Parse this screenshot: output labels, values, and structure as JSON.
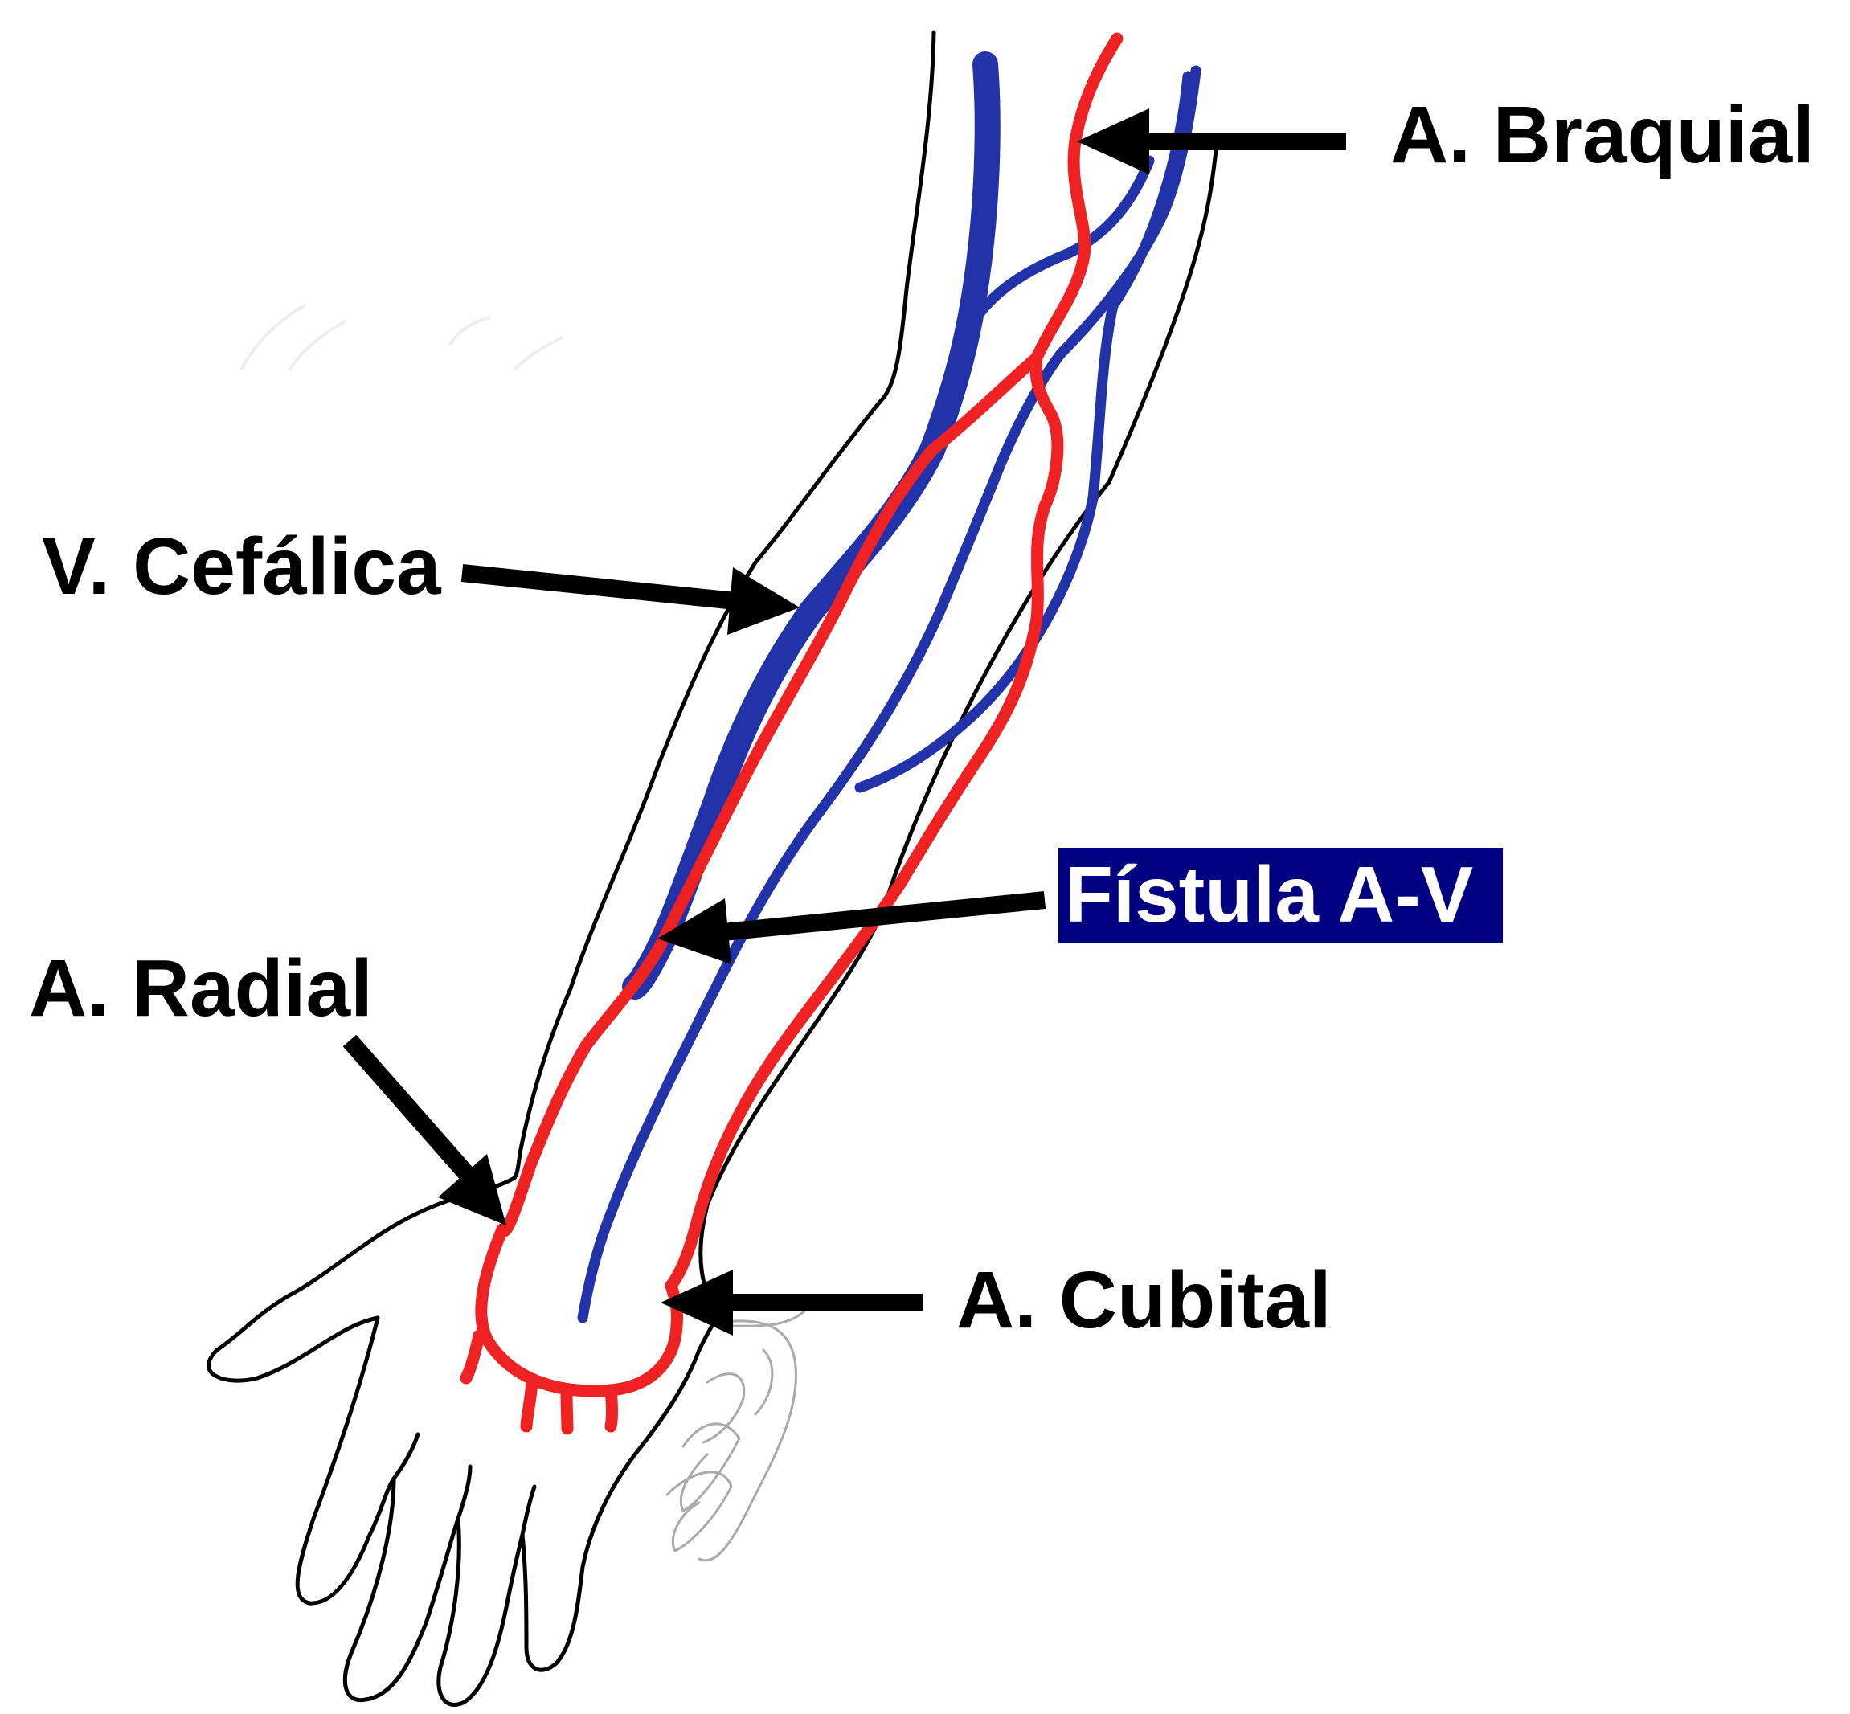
{
  "labels": {
    "braquial": "A. Braquial",
    "cefalica": "V. Cefálica",
    "fistula": "Fístula A-V",
    "radial": "A. Radial",
    "cubital": "A. Cubital"
  },
  "colors": {
    "artery": "#ee2222",
    "vein": "#2233aa",
    "outline": "#000000",
    "fistula_badge_bg": "#000080",
    "fistula_badge_text": "#ffffff",
    "signature": "#aaaaaa"
  }
}
